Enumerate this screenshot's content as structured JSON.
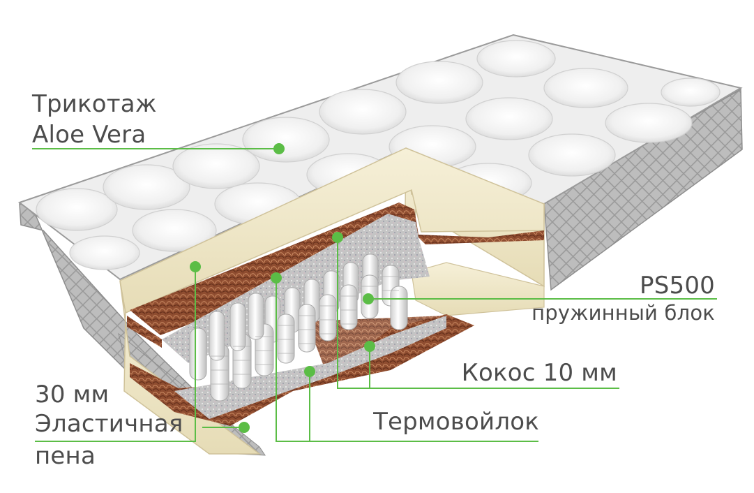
{
  "labels": {
    "knit_line1": "Трикотаж",
    "knit_line2": "Aloe Vera",
    "spring_line1": "PS500",
    "spring_line2": "пружинный блок",
    "coconut": "Кокос 10 мм",
    "felt": "Термовойлок",
    "foam_line1": "30 мм",
    "foam_line2": "Эластичная",
    "foam_line3": "пена"
  },
  "colors": {
    "accent_green": "#5bbd46",
    "label_text": "#4c4c4c",
    "cover_white": "#f4f4f4",
    "side_fabric": "#b8b8b8",
    "foam_cream": "#efe6c6",
    "coconut_brown": "#8c4a2e",
    "felt_grey": "#bdbdbd",
    "spring_white": "#eeeeee"
  }
}
